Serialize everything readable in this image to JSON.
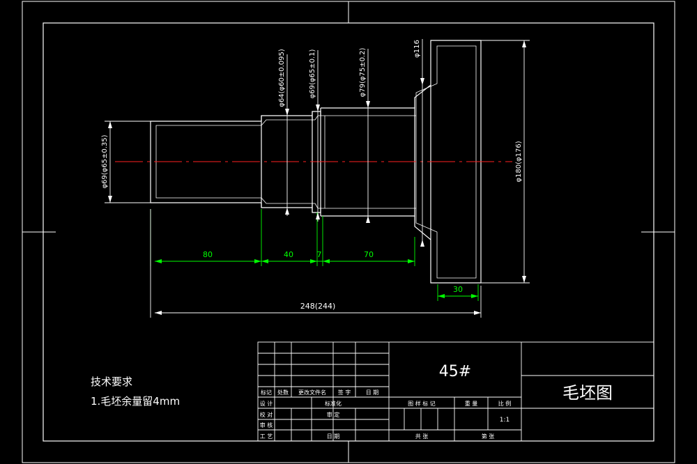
{
  "dimensions": {
    "d80": "80",
    "d40": "40",
    "d7": "7",
    "d70": "70",
    "d30": "30",
    "overall": "248(244)"
  },
  "diameters": {
    "left": "φ69(φ65±0.35)",
    "d64": "φ64(φ60±0.095)",
    "d69": "φ69(φ65±0.1)",
    "d79": "φ79(φ75±0.2)",
    "d116": "φ116",
    "d180": "φ180(φ176)"
  },
  "tech": {
    "heading": "技术要求",
    "item1": "1.毛坯余量留4mm"
  },
  "title_block": {
    "material": "45#",
    "drawing_title": "毛坯图",
    "rev_headers": [
      "标记",
      "处数",
      "更改文件名",
      "签 字",
      "日 期"
    ],
    "sign_rows": [
      "设 计",
      "校 对",
      "审 核",
      "工 艺"
    ],
    "sign_values": [
      "标准化",
      "审 定",
      "日 期"
    ],
    "mark_headers": [
      "图 样 标 记",
      "重 量",
      "比 例"
    ],
    "scale": "1:1",
    "sheets": [
      "共 张",
      "第 张"
    ]
  },
  "colors": {
    "frame": "#ffffff",
    "dim": "#00ff00",
    "centerline": "#ff0000",
    "text": "#ffffff"
  }
}
